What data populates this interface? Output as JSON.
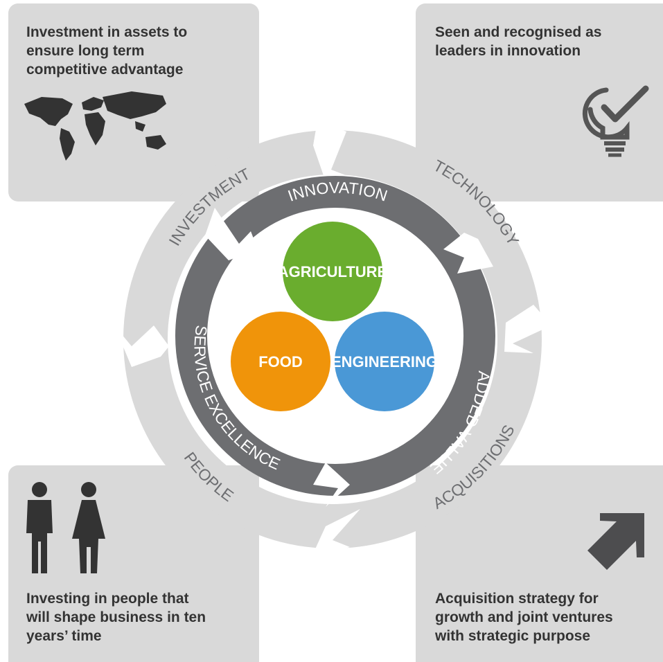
{
  "boxes": {
    "top_left": {
      "text": "Investment in assets to\nensure long term\ncompetitive advantage",
      "icon": "world-map-icon"
    },
    "top_right": {
      "text": "Seen and recognised as\nleaders in innovation",
      "icon": "lightbulb-check-icon"
    },
    "bottom_left": {
      "text": "Investing in people that\nwill shape business in ten\nyears’ time",
      "icon": "people-icon"
    },
    "bottom_right": {
      "text": "Acquisition strategy for\ngrowth and joint ventures\nwith strategic purpose",
      "icon": "growth-arrow-icon"
    }
  },
  "outer_ring": {
    "color": "#d9d9d9",
    "labels": {
      "investment": "INVESTMENT",
      "technology": "TECHNOLOGY",
      "people": "PEOPLE",
      "acquisitions": "ACQUISITIONS"
    }
  },
  "inner_ring": {
    "color": "#6d6e71",
    "labels": {
      "innovation": "INNOVATION",
      "added_value": "ADDED VALUE",
      "service_excellence": "SERVICE EXCELLENCE"
    }
  },
  "circles": {
    "agriculture": {
      "label": "AGRICULTURE",
      "color": "#6aad2e"
    },
    "food": {
      "label": "FOOD",
      "color": "#f0940a"
    },
    "engineering": {
      "label": "ENGINEERING",
      "color": "#4a98d6"
    }
  }
}
